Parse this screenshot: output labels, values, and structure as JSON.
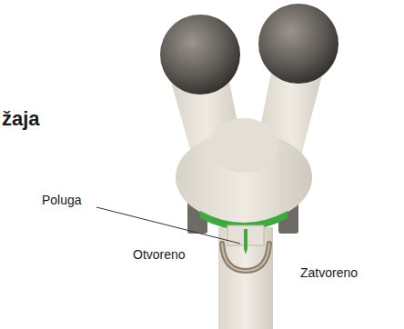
{
  "diagram": {
    "title": "žaja",
    "labels": [
      "Poluga",
      "Otvoreno",
      "Zatvoreno"
    ]
  }
}
